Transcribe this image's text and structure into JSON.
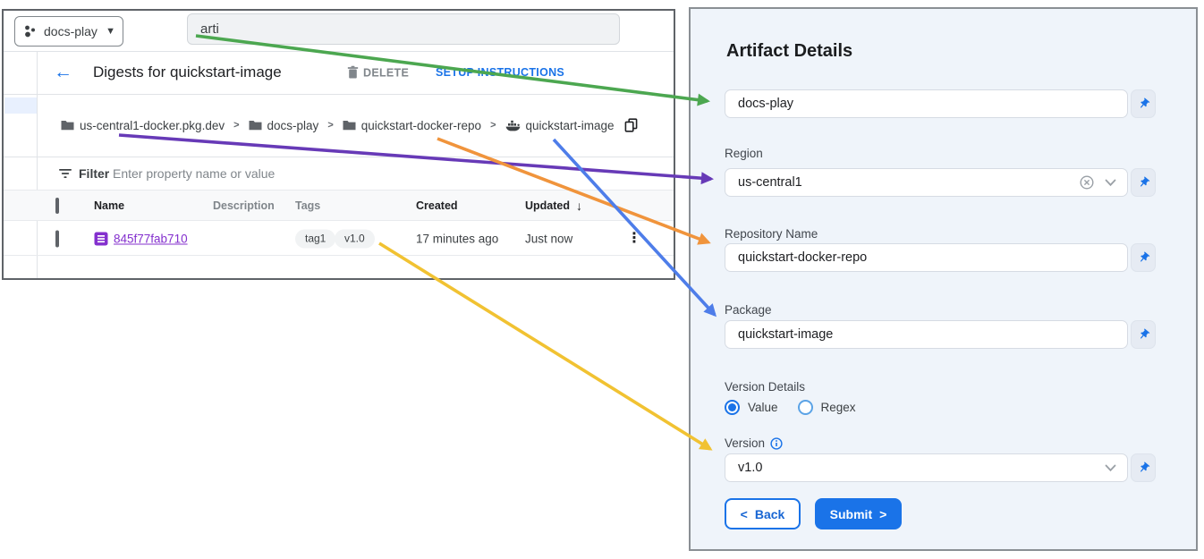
{
  "icons": {
    "caret_down": "▼",
    "breadcrumb_sep": ">",
    "back_arrow": "←",
    "sort_desc": "↓",
    "more_vert": "⋮",
    "back_chevron": "<",
    "submit_chevron": ">"
  },
  "console": {
    "project_selector": "docs-play",
    "search_value": "arti",
    "header": {
      "title": "Digests for quickstart-image",
      "delete_label": "DELETE",
      "setup_label": "SETUP INSTRUCTIONS"
    },
    "breadcrumb": [
      "us-central1-docker.pkg.dev",
      "docs-play",
      "quickstart-docker-repo",
      "quickstart-image"
    ],
    "filter_label": "Filter",
    "filter_placeholder": "Enter property name or value",
    "table": {
      "headers": {
        "name": "Name",
        "description": "Description",
        "tags": "Tags",
        "created": "Created",
        "updated": "Updated"
      },
      "row": {
        "name": "845f77fab710",
        "tag1": "tag1",
        "tag2": "v1.0",
        "created": "17 minutes ago",
        "updated": "Just now"
      }
    }
  },
  "form": {
    "title": "Artifact Details",
    "project_value": "docs-play",
    "region_label": "Region",
    "region_value": "us-central1",
    "repository_label": "Repository Name",
    "repository_value": "quickstart-docker-repo",
    "package_label": "Package",
    "package_value": "quickstart-image",
    "version_details_label": "Version Details",
    "radio_value_label": "Value",
    "radio_regex_label": "Regex",
    "version_label": "Version",
    "version_value": "v1.0",
    "back_label": "Back",
    "submit_label": "Submit"
  },
  "colors": {
    "arrow_green": "#4ca750",
    "arrow_purple": "#673ab7",
    "arrow_orange": "#f0943c",
    "arrow_blue": "#4e7de9",
    "arrow_yellow": "#f1c232"
  }
}
